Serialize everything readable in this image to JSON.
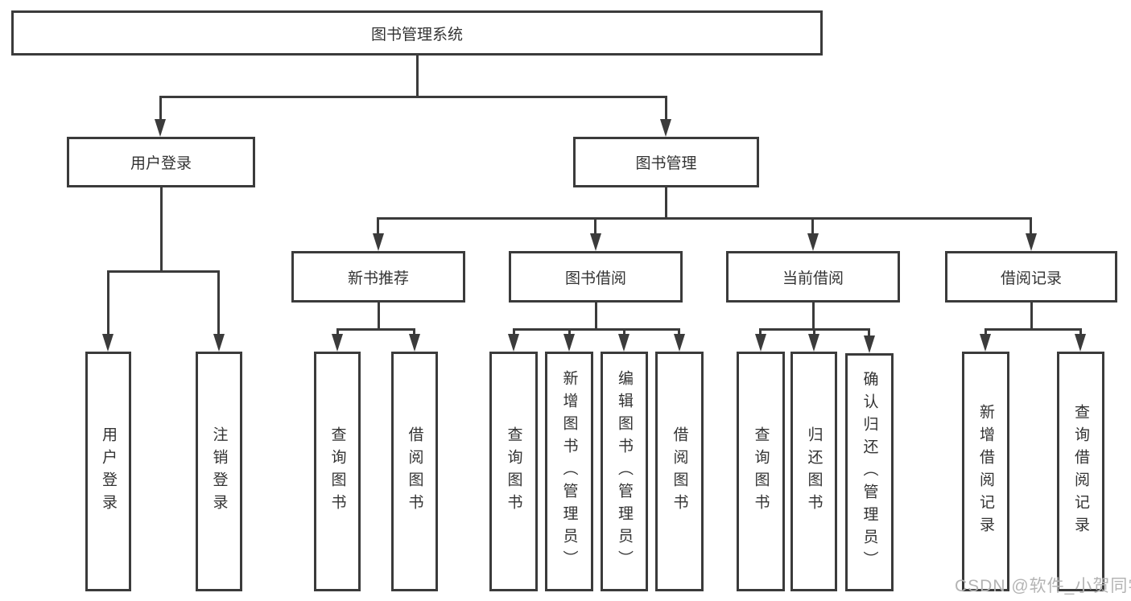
{
  "tree": {
    "root": "图书管理系统",
    "branches": [
      {
        "label": "用户登录",
        "children": [
          "用户登录",
          "注销登录"
        ]
      },
      {
        "label": "图书管理",
        "groups": [
          {
            "label": "新书推荐",
            "children": [
              "查询图书",
              "借阅图书"
            ]
          },
          {
            "label": "图书借阅",
            "children": [
              "查询图书",
              "新增图书（管理员）",
              "编辑图书（管理员）",
              "借阅图书"
            ]
          },
          {
            "label": "当前借阅",
            "children": [
              "查询图书",
              "归还图书",
              "确认归还（管理员）"
            ]
          },
          {
            "label": "借阅记录",
            "children": [
              "新增借阅记录",
              "查询借阅记录"
            ]
          }
        ]
      }
    ]
  },
  "watermark": "CSDN @软件_小贺同学",
  "colors": {
    "line": "#3b3b3b",
    "text": "#333333",
    "watermark": "#b4b4b4",
    "node-bg": "#ffffff"
  }
}
